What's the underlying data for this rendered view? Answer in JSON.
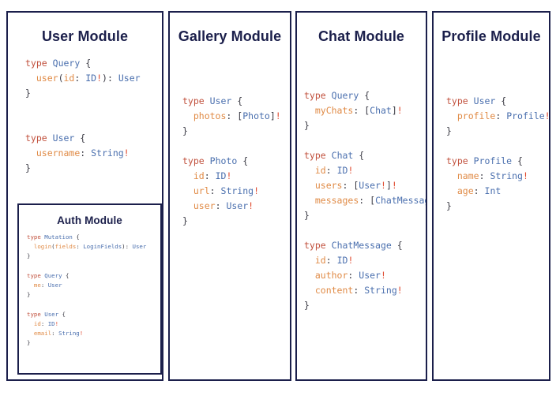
{
  "palette": {
    "border": "#1b1f4b",
    "title": "#1b1f4b",
    "background": "#ffffff",
    "keyword": "#c1503c",
    "type": "#4a6fae",
    "field": "#e08a45",
    "punctuation": "#3a3a44",
    "bang": "#e04a2f"
  },
  "modules": {
    "user": {
      "title": "User Module",
      "code": "type Query {\n  user(id: ID!): User\n}\n\n\ntype User {\n  username: String!\n}"
    },
    "auth": {
      "title": "Auth Module",
      "code": "type Mutation {\n  login(fields: LoginFields): User\n}\n\ntype Query {\n  me: User\n}\n\ntype User {\n  id: ID!\n  email: String!\n}"
    },
    "gallery": {
      "title": "Gallery Module",
      "code": "type User {\n  photos: [Photo]!\n}\n\ntype Photo {\n  id: ID!\n  url: String!\n  user: User!\n}"
    },
    "chat": {
      "title": "Chat Module",
      "code": "type Query {\n  myChats: [Chat]!\n}\n\ntype Chat {\n  id: ID!\n  users: [User!]!\n  messages: [ChatMessage]!\n}\n\ntype ChatMessage {\n  id: ID!\n  author: User!\n  content: String!\n}"
    },
    "profile": {
      "title": "Profile Module",
      "code": "type User {\n  profile: Profile!\n}\n\ntype Profile {\n  name: String!\n  age: Int\n}"
    }
  }
}
